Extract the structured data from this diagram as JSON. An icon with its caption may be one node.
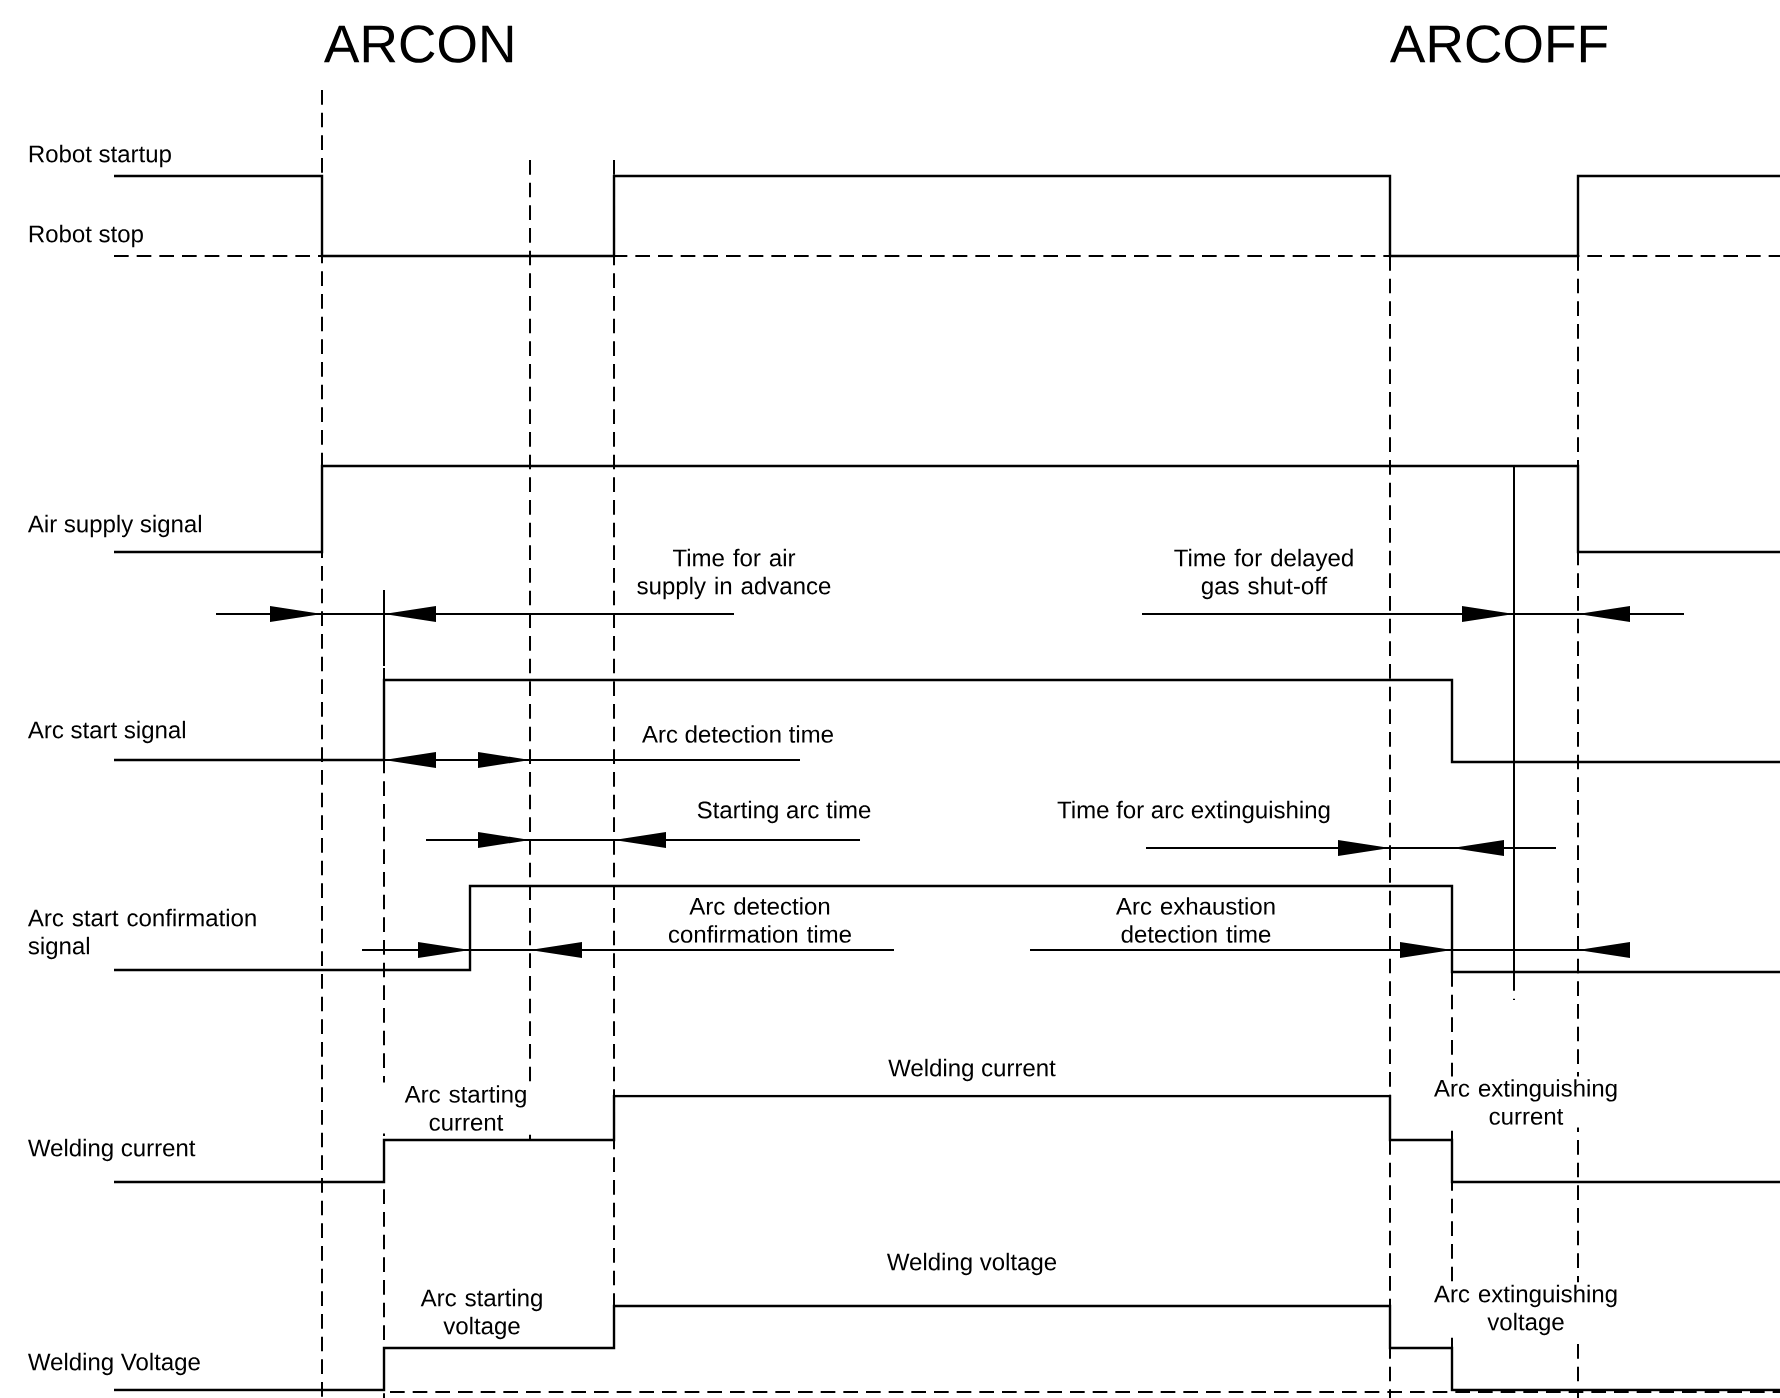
{
  "diagram": {
    "labels": [
      "ARCON",
      "ARCOFF",
      "Robot startup",
      "Robot stop",
      "Air supply signal",
      "Time for air supply in advance",
      "Time for delayed gas shut-off",
      "Arc start signal",
      "Arc detection time",
      "Starting arc time",
      "Time for arc extinguishing",
      "Arc start confirmation signal",
      "Arc detection confirmation time",
      "Arc exhaustion detection time",
      "Welding current",
      "Arc starting current",
      "Arc extinguishing current",
      "Welding current",
      "Welding voltage",
      "Arc starting voltage",
      "Arc extinguishing voltage",
      "Welding Voltage"
    ]
  }
}
